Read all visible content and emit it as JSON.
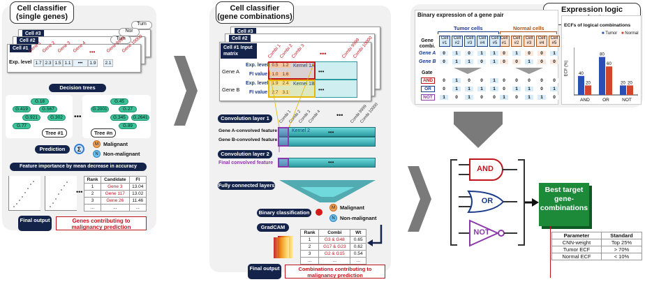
{
  "panel1": {
    "title_line1": "Cell classifier",
    "title_line2": "(single genes)",
    "sheets": [
      "Cell #3",
      "Cell #2",
      "Cell #1"
    ],
    "tum_labels": [
      "Tum",
      "Nor",
      "Tum"
    ],
    "gene_headers": [
      "Gene 1",
      "Gene 2",
      "Gene 3",
      "Gene 4",
      "Gene 9999",
      "Gene 10000"
    ],
    "expr_label": "Exp. level",
    "expr_values": [
      "1.7",
      "2.3",
      "1.5",
      "1.1",
      "•••",
      "1.9",
      "2.1"
    ],
    "decision_trees": "Decision trees",
    "tree1_nodes": [
      "G.18",
      "G.419",
      "G.567",
      "G.921",
      "G.302",
      "G.77"
    ],
    "treen_nodes": [
      "G.45",
      "G.2001",
      "G.27",
      "G.345",
      "G.2641",
      "G.89"
    ],
    "tree1_label": "Tree #1",
    "treen_label": "Tree #n",
    "dots": "•••",
    "prediction": "Prediction",
    "sigma": "Σ",
    "malignant": "Malignant",
    "non_malignant": "Non-malignant",
    "mark_m": "M",
    "mark_n": "N",
    "feature_importance": "Feature importance by mean decrease in accuracy",
    "table_headers": [
      "Rank",
      "Candidate",
      "FI"
    ],
    "table_rows": [
      [
        "1",
        "Gene 3",
        "13.04"
      ],
      [
        "2",
        "Gene 117",
        "13.02"
      ],
      [
        "3",
        "Gene 26",
        "11.46"
      ],
      [
        "...",
        "...",
        "..."
      ]
    ],
    "final_output": "Final output",
    "final_desc": "Genes contributing to malignancy prediction"
  },
  "panel2": {
    "title_line1": "Cell classifier",
    "title_line2": "(gene combinations)",
    "sheets": [
      "Cell #3",
      "Cell #2",
      "Cell #1 Input matrix"
    ],
    "combi_headers": [
      "Combi 1",
      "Combi 2",
      "Combi 3",
      "Combi 9999",
      "Combi 10000"
    ],
    "gene_a": "Gene A",
    "gene_b": "Gene B",
    "exp_level": "Exp. level",
    "fi_value": "FI value",
    "gene_a_exp": [
      "0.5",
      "1.2"
    ],
    "gene_a_fi": [
      "1.0",
      "1.6"
    ],
    "gene_b_exp": [
      "1.9",
      "2.4"
    ],
    "gene_b_fi": [
      "2.7",
      "3.1"
    ],
    "kernel_1a": "Kernel 1A",
    "kernel_1b": "Kernel 1B",
    "dots": "•••",
    "conv1": "Convolution layer 1",
    "conv1_headers": [
      "Combi 1",
      "Combi 2",
      "Combi 3",
      "Combi 4",
      "Combi 9999",
      "Combi 10000"
    ],
    "gene_a_conv": "Gene A-convolved feature",
    "gene_b_conv": "Gene B-convolved feature",
    "kernel_2": "Kernel 2",
    "conv2": "Convolution layer 2",
    "final_conv": "Final convolved feature",
    "fc": "Fully connected layers",
    "binary": "Binary classification",
    "malignant": "Malignant",
    "non_malignant": "Non-malignant",
    "mark_m": "M",
    "mark_n": "N",
    "gradcam": "GradCAM",
    "table_headers": [
      "Rank",
      "Combi",
      "Wt"
    ],
    "table_rows": [
      [
        "1",
        "G3 & G48",
        "0.65"
      ],
      [
        "2",
        "G17 & G23",
        "0.62"
      ],
      [
        "3",
        "G2 & G15",
        "0.54"
      ],
      [
        "...",
        "...",
        "..."
      ]
    ],
    "final_output": "Final output",
    "final_desc": "Combinations contributing to malignancy prediction"
  },
  "panel3": {
    "title": "Expression logic evaluator",
    "binary_title": "Binary expression of a gene pair",
    "tumor_cells": "Tumor cells",
    "normal_cells": "Normal cells",
    "gene_combi": "Gene combi.",
    "cells": [
      "Cell #1",
      "Cell #2",
      "Cell #3",
      "Cell #4",
      "Cell #5"
    ],
    "gene_a": "Gene A",
    "gene_b": "Gene B",
    "gene_a_tumor": [
      "0",
      "1",
      "0",
      "1",
      "1"
    ],
    "gene_a_normal": [
      "0",
      "1",
      "0",
      "0",
      "1"
    ],
    "gene_b_tumor": [
      "0",
      "1",
      "1",
      "0",
      "1"
    ],
    "gene_b_normal": [
      "0",
      "0",
      "1",
      "0",
      "0"
    ],
    "gate": "Gate",
    "and": "AND",
    "or": "OR",
    "not": "NOT",
    "and_tumor": [
      "0",
      "1",
      "0",
      "0",
      "1"
    ],
    "and_normal": [
      "0",
      "0",
      "0",
      "0",
      "0"
    ],
    "or_tumor": [
      "0",
      "1",
      "1",
      "1",
      "1"
    ],
    "or_normal": [
      "0",
      "1",
      "1",
      "0",
      "1"
    ],
    "not_tumor": [
      "1",
      "0",
      "1",
      "0",
      "0"
    ],
    "not_normal": [
      "1",
      "0",
      "1",
      "1",
      "0"
    ],
    "ecf_title": "ECFs of logical combinations",
    "legend_tumor": "Tumor",
    "legend_normal": "Normal",
    "ylabel": "ECF (%)"
  },
  "chart_data": {
    "type": "bar",
    "title": "ECFs of logical combinations",
    "ylabel": "ECF (%)",
    "categories": [
      "AND",
      "OR",
      "NOT"
    ],
    "series": [
      {
        "name": "Tumor",
        "values": [
          40,
          80,
          20
        ],
        "color": "#2a4fb5"
      },
      {
        "name": "Normal",
        "values": [
          20,
          60,
          20
        ],
        "color": "#d2452d"
      }
    ],
    "ylim": [
      0,
      100
    ]
  },
  "panel4": {
    "gates": [
      "AND",
      "OR",
      "NOT"
    ],
    "best_target": "Best target gene-combinations",
    "table_headers": [
      "Parameter",
      "Standard"
    ],
    "table_rows": [
      [
        "CNN-weight",
        "Top 25%"
      ],
      [
        "Tumor ECF",
        "> 70%"
      ],
      [
        "Normal ECF",
        "< 10%"
      ]
    ]
  },
  "colors": {
    "navy": "#14234a",
    "teal": "#3cc39a",
    "red": "#c0141c",
    "green": "#1d8a3a",
    "purple": "#8a3aa8",
    "panel": "#f1f1f1"
  }
}
